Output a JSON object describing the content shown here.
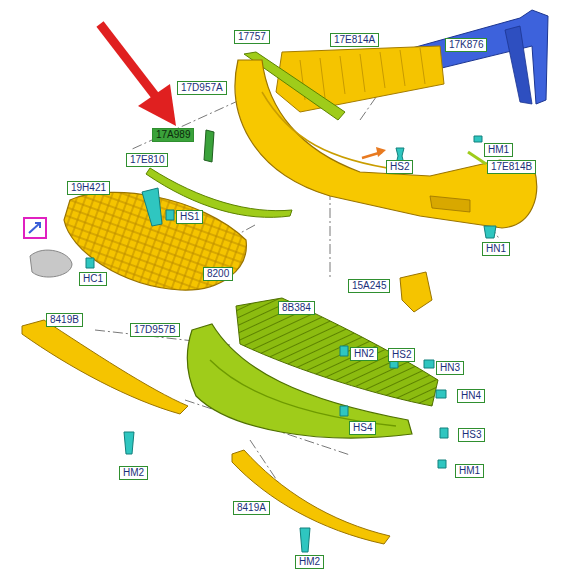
{
  "diagram": {
    "labels": [
      "17757",
      "17E814A",
      "17K876",
      "17D957A",
      "17A989",
      "HS2",
      "HM1",
      "17E810",
      "17E814B",
      "19H421",
      "HS1",
      "HN1",
      "HC1",
      "8200",
      "15A245",
      "8419B",
      "8B384",
      "17D957B",
      "HN2",
      "HS2",
      "HN3",
      "HN4",
      "HS4",
      "HS3",
      "HM1",
      "HM2",
      "8419A",
      "HM2"
    ]
  }
}
